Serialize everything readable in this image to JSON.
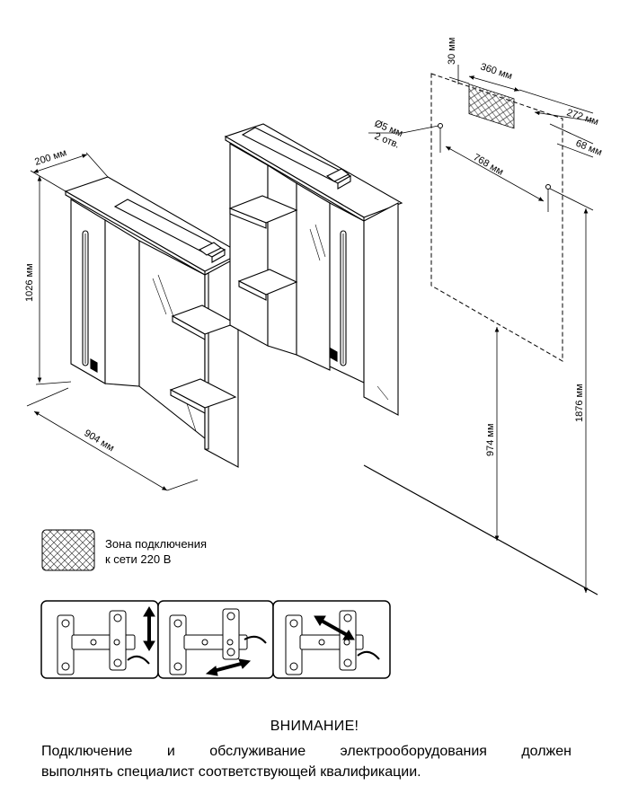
{
  "dimensions": {
    "depth": "200 мм",
    "height": "1026 мм",
    "width": "904 мм",
    "hole_diameter": "Ø5 мм",
    "hole_count": "2 отв.",
    "socket_offset_top": "30 мм",
    "socket_width": "360 мм",
    "socket_offset_side": "272 мм",
    "hole_spacing": "768 мм",
    "hole_offset": "68 мм",
    "hole_height": "974 мм",
    "total_height": "1876 мм"
  },
  "legend": {
    "line1": "Зона подключения",
    "line2": "к сети 220 В"
  },
  "hinge_panels": [
    {
      "icon": "hinge-vertical-adjust"
    },
    {
      "icon": "hinge-horizontal-adjust"
    },
    {
      "icon": "hinge-depth-adjust"
    }
  ],
  "warning": {
    "title": "ВНИМАНИЕ!",
    "line1": "Подключение и обслуживание электрооборудования должен",
    "line2": "выполнять специалист соответствующей квалификации."
  }
}
